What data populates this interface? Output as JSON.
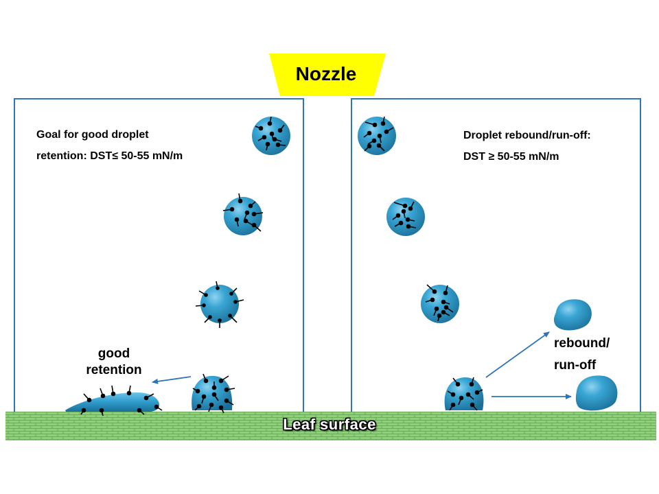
{
  "nozzle": {
    "label": "Nozzle"
  },
  "left_panel": {
    "goal_line1": "Goal for good droplet",
    "goal_line2": "retention: DST≤ 50-55 mN/m",
    "result_line1": "good",
    "result_line2": "retention"
  },
  "right_panel": {
    "cond_line1": "Droplet rebound/run-off:",
    "cond_line2": "DST ≥ 50-55 mN/m",
    "result_line1": "rebound/",
    "result_line2": "run-off"
  },
  "surface": {
    "label": "Leaf surface"
  },
  "colors": {
    "panel_border": "#2e75b6",
    "nozzle_fill": "#ffff00",
    "droplet": "#2a93c4",
    "leaf_green": "#8fd07a",
    "arrow": "#2e75b6"
  }
}
